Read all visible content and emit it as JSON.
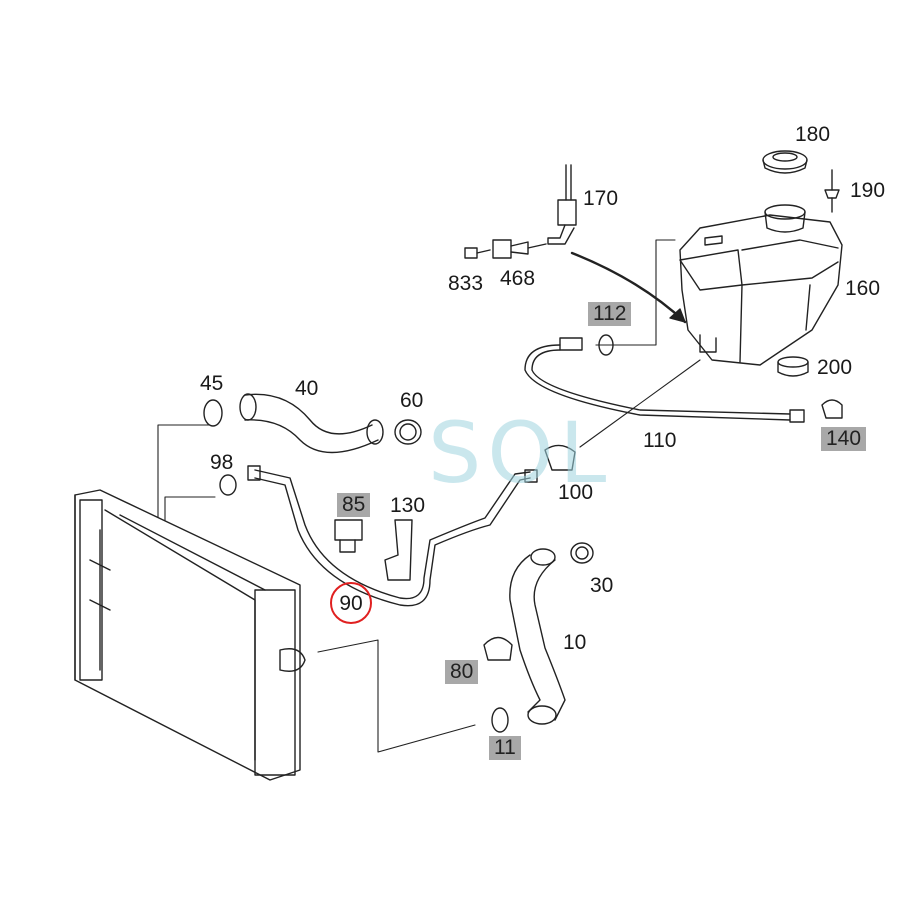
{
  "watermark": "SOL",
  "callouts": [
    {
      "id": "180",
      "text": "180",
      "highlighted": false,
      "circled": false
    },
    {
      "id": "190",
      "text": "190",
      "highlighted": false,
      "circled": false
    },
    {
      "id": "170",
      "text": "170",
      "highlighted": false,
      "circled": false
    },
    {
      "id": "833",
      "text": "833",
      "highlighted": false,
      "circled": false
    },
    {
      "id": "468",
      "text": "468",
      "highlighted": false,
      "circled": false
    },
    {
      "id": "160",
      "text": "160",
      "highlighted": false,
      "circled": false
    },
    {
      "id": "112",
      "text": "112",
      "highlighted": true,
      "circled": false
    },
    {
      "id": "200",
      "text": "200",
      "highlighted": false,
      "circled": false
    },
    {
      "id": "45",
      "text": "45",
      "highlighted": false,
      "circled": false
    },
    {
      "id": "40",
      "text": "40",
      "highlighted": false,
      "circled": false
    },
    {
      "id": "60",
      "text": "60",
      "highlighted": false,
      "circled": false
    },
    {
      "id": "110",
      "text": "110",
      "highlighted": false,
      "circled": false
    },
    {
      "id": "140",
      "text": "140",
      "highlighted": true,
      "circled": false
    },
    {
      "id": "98",
      "text": "98",
      "highlighted": false,
      "circled": false
    },
    {
      "id": "85",
      "text": "85",
      "highlighted": true,
      "circled": false
    },
    {
      "id": "130",
      "text": "130",
      "highlighted": false,
      "circled": false
    },
    {
      "id": "100",
      "text": "100",
      "highlighted": false,
      "circled": false
    },
    {
      "id": "90",
      "text": "90",
      "highlighted": false,
      "circled": true
    },
    {
      "id": "30",
      "text": "30",
      "highlighted": false,
      "circled": false
    },
    {
      "id": "10",
      "text": "10",
      "highlighted": false,
      "circled": false
    },
    {
      "id": "80",
      "text": "80",
      "highlighted": true,
      "circled": false
    },
    {
      "id": "11",
      "text": "11",
      "highlighted": true,
      "circled": false
    }
  ],
  "colors": {
    "highlight": "#a8a8a8",
    "circle": "#e02020",
    "line": "#222222",
    "watermark": "#9fd4e0"
  }
}
